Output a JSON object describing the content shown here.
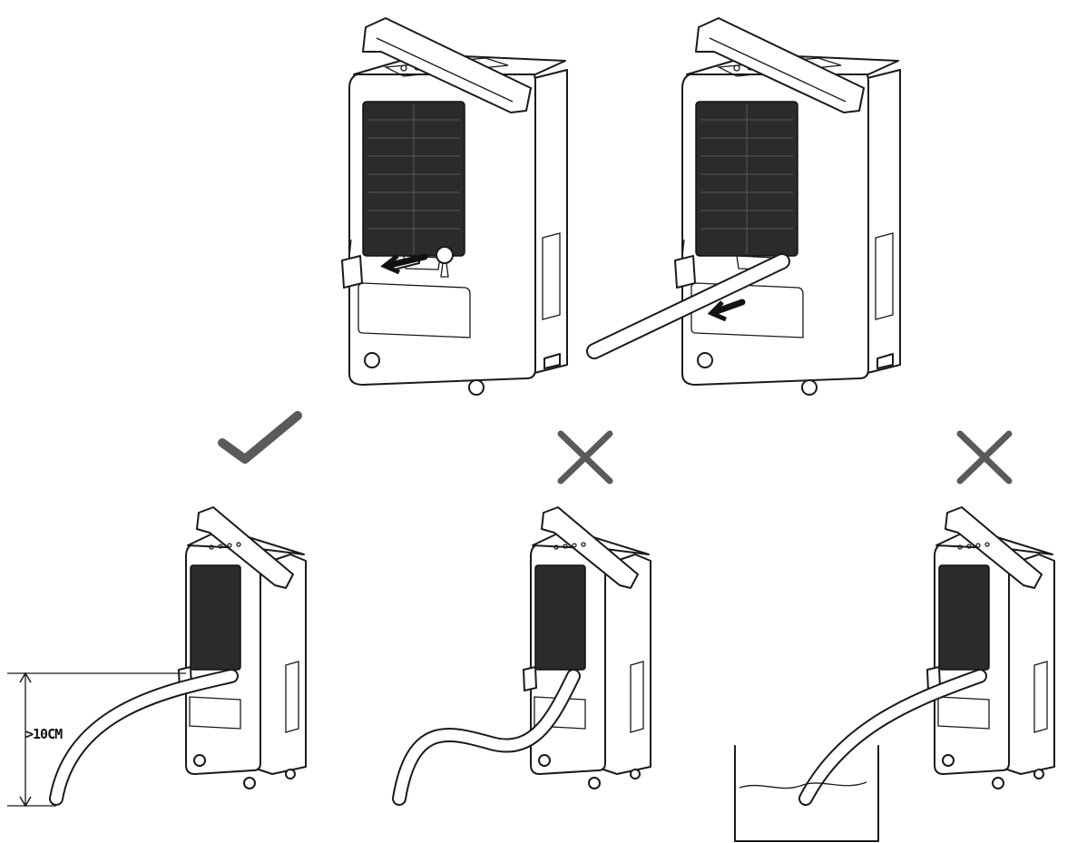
{
  "figures": [
    {
      "id": "drain-hose-connection",
      "status_mark": null
    },
    {
      "id": "drain-hose-attached",
      "status_mark": null
    },
    {
      "id": "correct-placement",
      "status_mark": "check-icon"
    },
    {
      "id": "incorrect-hose-raised",
      "status_mark": "cross-icon"
    },
    {
      "id": "incorrect-hose-submerged",
      "status_mark": "cross-icon"
    }
  ],
  "measurement": {
    "label": ">10CM"
  },
  "colors": {
    "line": "#1a1a1a",
    "mark": "#5a5a5a",
    "grille": "#2b2b2b"
  }
}
